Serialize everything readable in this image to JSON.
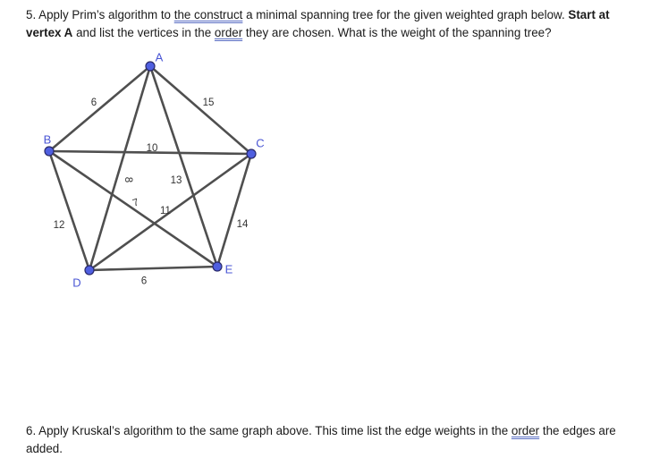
{
  "q5": {
    "p1": "5. Apply Prim’s algorithm to ",
    "u1": "the construct",
    "p2": " a minimal spanning tree for the given weighted graph below. ",
    "b1": "Start at vertex A",
    "p3": " and list the vertices in the ",
    "u2": "order",
    "p4": " they are chosen. What is the weight of the spanning tree?"
  },
  "q6": {
    "p1": "6. Apply Kruskal’s algorithm to the same graph above. This time list the edge weights in the ",
    "u1": "order",
    "p2": " the edges are added."
  },
  "graph": {
    "vertices": [
      {
        "id": "A",
        "label": "A"
      },
      {
        "id": "B",
        "label": "B"
      },
      {
        "id": "C",
        "label": "C"
      },
      {
        "id": "D",
        "label": "D"
      },
      {
        "id": "E",
        "label": "E"
      }
    ],
    "edges": [
      {
        "from": "A",
        "to": "B",
        "weight": "6"
      },
      {
        "from": "A",
        "to": "C",
        "weight": "15"
      },
      {
        "from": "A",
        "to": "D",
        "weight": "8"
      },
      {
        "from": "A",
        "to": "E",
        "weight": "13"
      },
      {
        "from": "B",
        "to": "C",
        "weight": "10"
      },
      {
        "from": "B",
        "to": "D",
        "weight": "12"
      },
      {
        "from": "B",
        "to": "E",
        "weight": "11"
      },
      {
        "from": "C",
        "to": "D",
        "weight": "7"
      },
      {
        "from": "C",
        "to": "E",
        "weight": "14"
      },
      {
        "from": "D",
        "to": "E",
        "weight": "9"
      }
    ],
    "colors": {
      "vertex": "#4f5fe0",
      "vertex_label": "#4a56d4",
      "edge": "#4f4f4f"
    }
  }
}
